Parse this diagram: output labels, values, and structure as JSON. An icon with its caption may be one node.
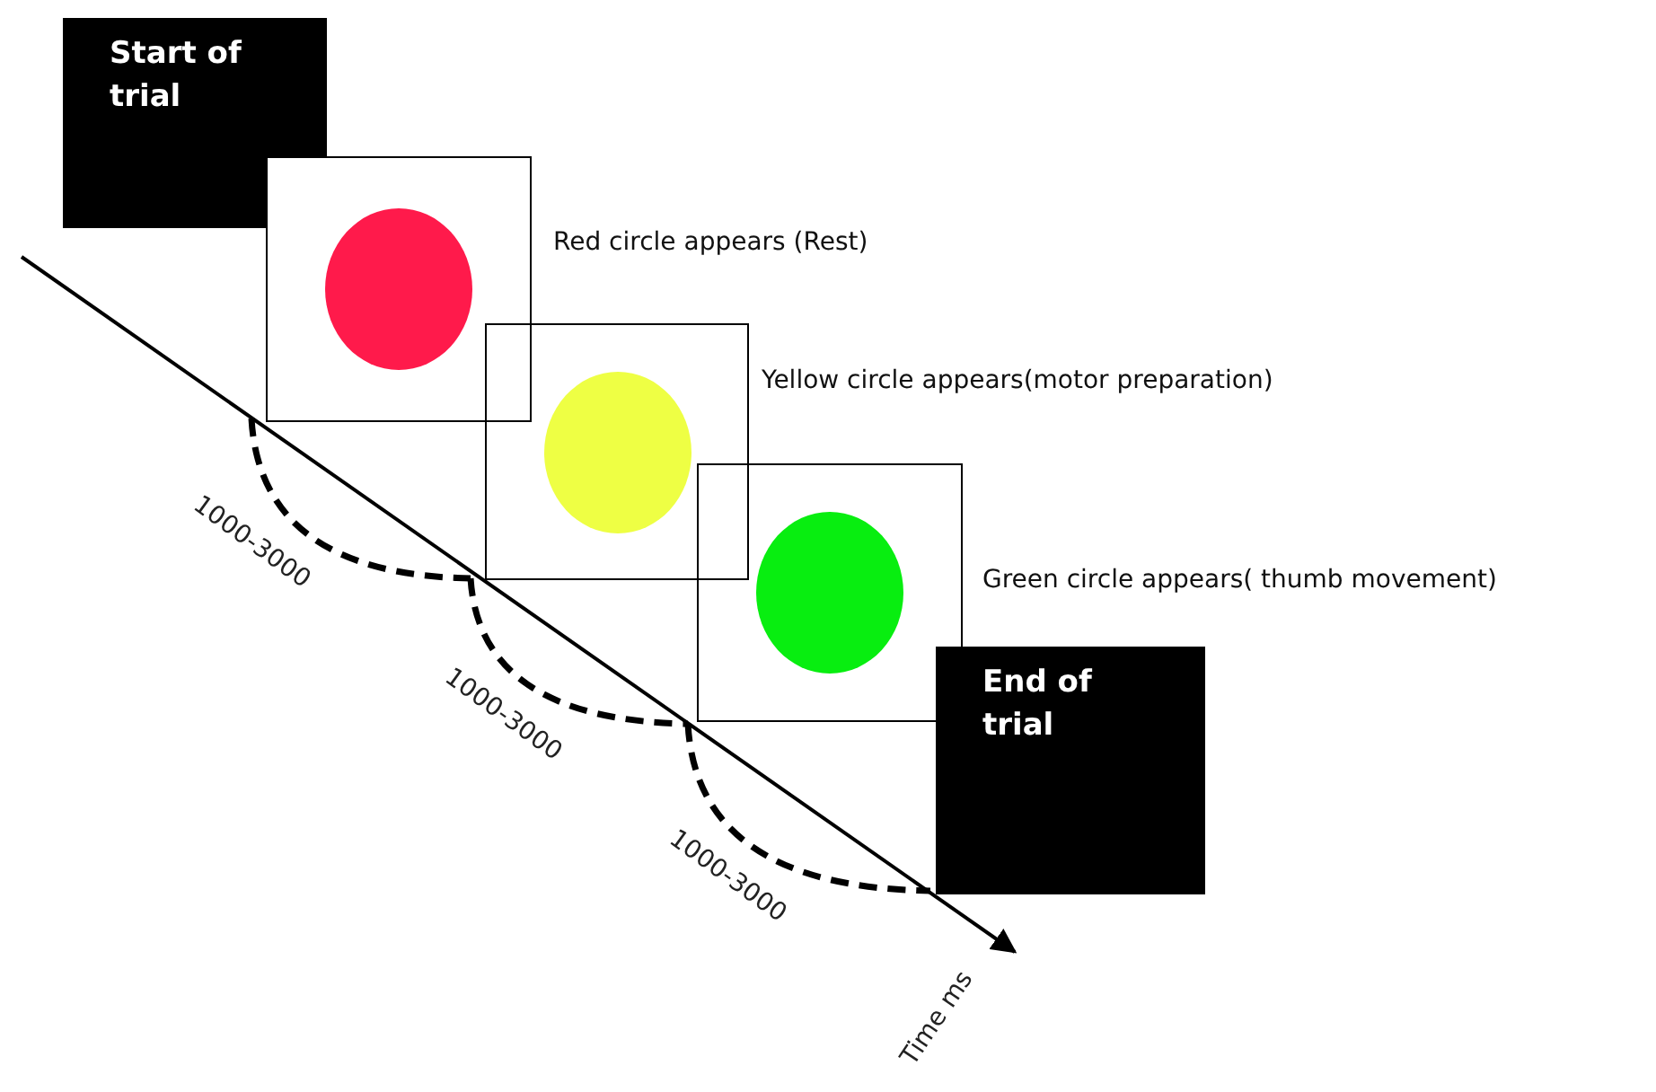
{
  "diagram": {
    "nodes": [
      {
        "text": [
          "Start of trial"
        ]
      },
      {
        "text": [],
        "shape": "box",
        "beside": [
          "Red circle appears (Rest)"
        ]
      },
      {
        "text": [],
        "shape": "box",
        "beside": [
          "Yellow circle appears(motor preparation)"
        ]
      },
      {
        "text": [],
        "shape": "box",
        "beside": [
          "Green circle appears( thumb movement)"
        ]
      },
      {
        "text": [
          "End of trial"
        ]
      }
    ],
    "labels": [
      "1000-3000",
      "1000-3000",
      "1000-3000",
      "Time ms"
    ]
  }
}
